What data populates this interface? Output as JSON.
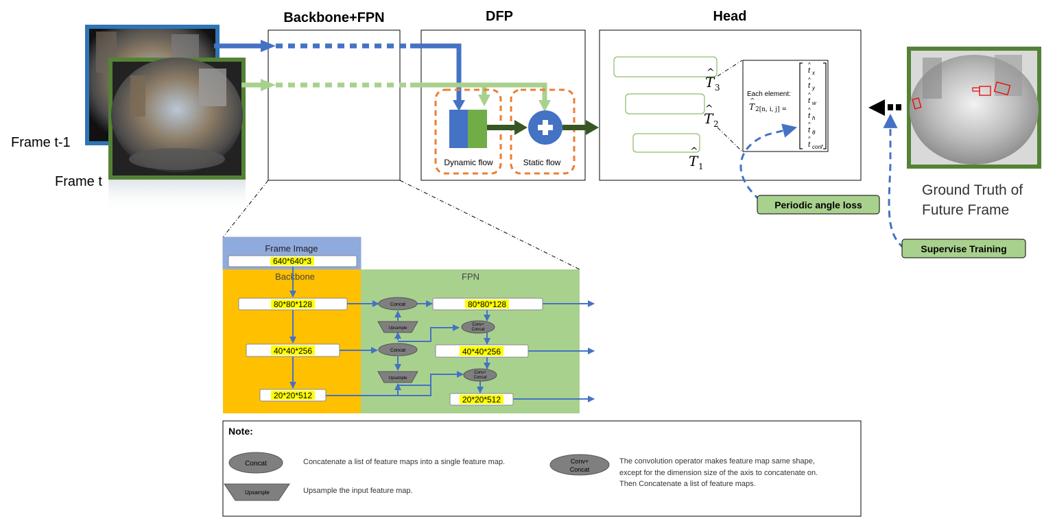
{
  "labels": {
    "backbone_fpn_title": "Backbone+FPN",
    "dfp_title": "DFP",
    "head_title": "Head",
    "frame_prev": "Frame t-1",
    "frame_cur": "Frame t",
    "dynamic_flow": "Dynamic flow",
    "static_flow": "Static flow",
    "gt_line1": "Ground Truth of",
    "gt_line2": "Future Frame",
    "periodic_angle_loss": "Periodic angle loss",
    "supervise_training": "Supervise Training"
  },
  "head": {
    "t3": "3",
    "t2": "2",
    "t1": "1",
    "each_element": "Each element:",
    "formula_rhs": "2[n, i, j] =",
    "vector": [
      {
        "sym": "t",
        "sub": "x"
      },
      {
        "sym": "t",
        "sub": "y"
      },
      {
        "sym": "t",
        "sub": "w"
      },
      {
        "sym": "t",
        "sub": "h"
      },
      {
        "sym": "t",
        "sub": "θ"
      },
      {
        "sym": "t",
        "sub": "conf"
      }
    ]
  },
  "detail": {
    "frame_image": "Frame Image",
    "input_size": "640*640*3",
    "backbone": "Backbone",
    "fpn": "FPN",
    "b1": "80*80*128",
    "b2": "40*40*256",
    "b3": "20*20*512",
    "f1": "80*80*128",
    "f2": "40*40*256",
    "f3": "20*20*512",
    "concat": "Concat",
    "upsample": "Upsample",
    "conv_concat_1": "Conv+",
    "conv_concat_2": "Concat"
  },
  "note": {
    "title": "Note:",
    "concat_label": "Concat",
    "concat_desc": "Concatenate  a list of feature maps into a single feature map.",
    "upsample_label": "Upsample",
    "upsample_desc": "Upsample  the input feature map.",
    "conv_label_1": "Conv+",
    "conv_label_2": "Concat",
    "conv_desc_1": "The convolution  operator makes feature map same shape,",
    "conv_desc_2": "except for the dimension size of the axis to concatenate on.",
    "conv_desc_3": "Then Concatenate  a list of feature maps."
  },
  "colors": {
    "blue": "#4472c4",
    "light_green": "#a9d18e",
    "dark_green": "#375623",
    "orange": "#ed7d31",
    "backbone_bg": "#ffc000",
    "fpn_bg": "#a9d18e",
    "frame_image_bg": "#8faadc",
    "highlight": "#ffff00",
    "op_gray": "#7f7f7f"
  }
}
